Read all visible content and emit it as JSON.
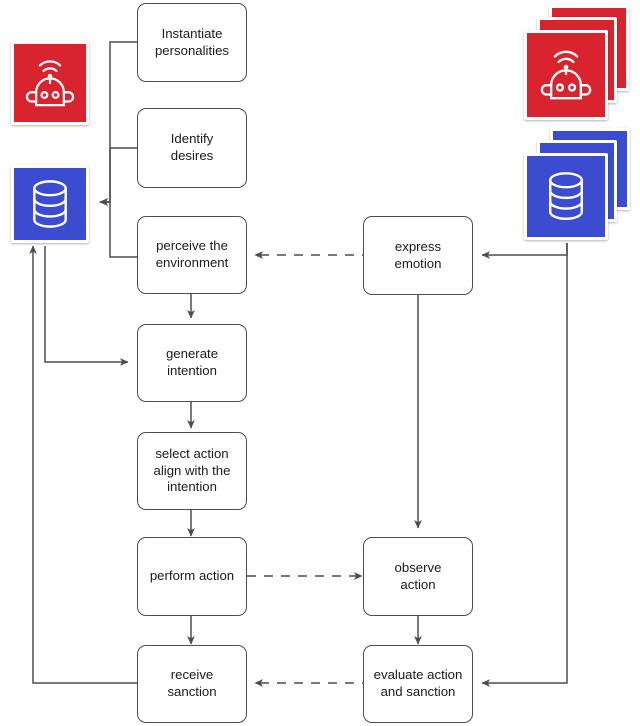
{
  "diagram": {
    "title": "Agent simulation loop flowchart",
    "colors": {
      "red": "#D9232E",
      "blue": "#3B4CD0",
      "stroke": "#4d4d4d",
      "background": "#ffffff"
    },
    "nodes": [
      {
        "id": "instantiate",
        "label": "Instantiate personalities",
        "line1": "Instantiate",
        "line2": "personalities",
        "line3": ""
      },
      {
        "id": "identify",
        "label": "Identify desires",
        "line1": "Identify",
        "line2": "desires",
        "line3": ""
      },
      {
        "id": "perceive",
        "label": "perceive the environment",
        "line1": "perceive the",
        "line2": "environment",
        "line3": ""
      },
      {
        "id": "generate",
        "label": "generate intention",
        "line1": "generate",
        "line2": "intention",
        "line3": ""
      },
      {
        "id": "select",
        "label": "select action align with the intention",
        "line1": "select action",
        "line2": "align with the",
        "line3": "intention"
      },
      {
        "id": "perform",
        "label": "perform action",
        "line1": "perform action",
        "line2": "",
        "line3": ""
      },
      {
        "id": "receive",
        "label": "receive sanction",
        "line1": "receive",
        "line2": "sanction",
        "line3": ""
      },
      {
        "id": "express",
        "label": "express emotion",
        "line1": "express",
        "line2": "emotion",
        "line3": ""
      },
      {
        "id": "observe",
        "label": "observe action",
        "line1": "observe",
        "line2": "action",
        "line3": ""
      },
      {
        "id": "evaluate",
        "label": "evaluate action and sanction",
        "line1": "evaluate action",
        "line2": "and sanction",
        "line3": ""
      }
    ],
    "icons": [
      {
        "id": "agent-single",
        "kind": "robot-icon",
        "color": "#D9232E",
        "stacked": false,
        "label": "agent"
      },
      {
        "id": "memory-single",
        "kind": "database-icon",
        "color": "#3B4CD0",
        "stacked": false,
        "label": "memory"
      },
      {
        "id": "agents-stack",
        "kind": "robot-icon",
        "color": "#D9232E",
        "stacked": true,
        "label": "agents"
      },
      {
        "id": "memories-stack",
        "kind": "database-icon",
        "color": "#3B4CD0",
        "stacked": true,
        "label": "memories"
      }
    ],
    "edges": [
      {
        "from": "instantiate",
        "to": "memory-single",
        "style": "solid",
        "label": ""
      },
      {
        "from": "identify",
        "to": "memory-single",
        "style": "solid",
        "label": ""
      },
      {
        "from": "perceive",
        "to": "memory-single",
        "style": "solid",
        "label": ""
      },
      {
        "from": "memory-single",
        "to": "generate",
        "style": "solid",
        "label": ""
      },
      {
        "from": "perceive",
        "to": "generate",
        "style": "solid",
        "label": ""
      },
      {
        "from": "generate",
        "to": "select",
        "style": "solid",
        "label": ""
      },
      {
        "from": "select",
        "to": "perform",
        "style": "solid",
        "label": ""
      },
      {
        "from": "perform",
        "to": "receive",
        "style": "solid",
        "label": ""
      },
      {
        "from": "perform",
        "to": "observe",
        "style": "dashed",
        "label": ""
      },
      {
        "from": "observe",
        "to": "evaluate",
        "style": "solid",
        "label": ""
      },
      {
        "from": "evaluate",
        "to": "receive",
        "style": "dashed",
        "label": ""
      },
      {
        "from": "express",
        "to": "perceive",
        "style": "dashed",
        "label": ""
      },
      {
        "from": "express",
        "to": "observe",
        "style": "solid",
        "label": ""
      },
      {
        "from": "memories-stack",
        "to": "express",
        "style": "solid",
        "label": ""
      },
      {
        "from": "memories-stack",
        "to": "evaluate",
        "style": "solid",
        "label": ""
      },
      {
        "from": "receive",
        "to": "memory-single",
        "style": "solid",
        "label": ""
      }
    ]
  }
}
